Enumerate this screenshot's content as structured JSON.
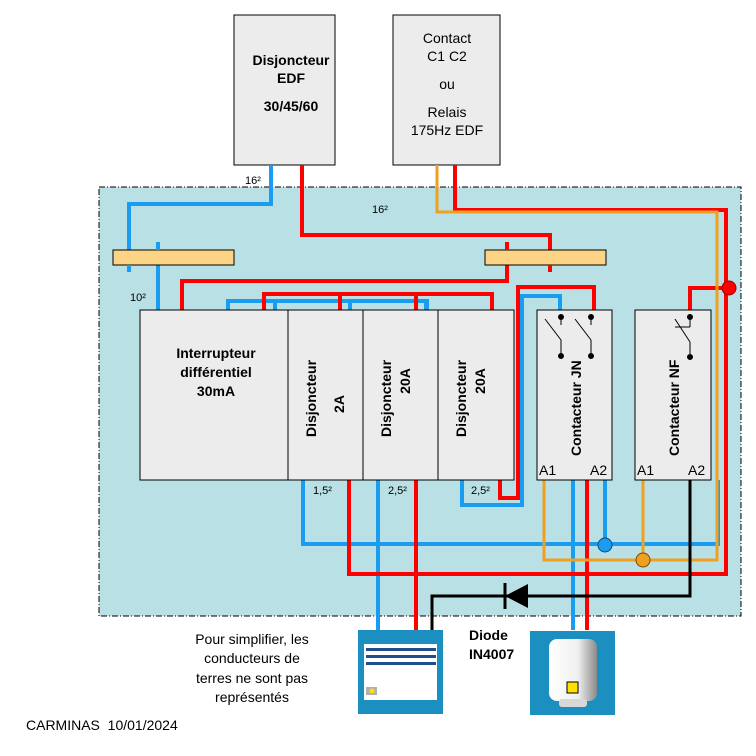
{
  "colors": {
    "panel_bg": "#b9e0e4",
    "box_bg": "#ececec",
    "phase": "#ff0000",
    "neutral": "#1a9cf0",
    "control": "#f0a020",
    "return": "#000000",
    "bar_fill": "#fdd486",
    "device_bg": "#1b8fbf"
  },
  "edf_breaker": {
    "line1": "Disjoncteur",
    "line2": "EDF",
    "rating": "30/45/60"
  },
  "contact_box": {
    "line1": "Contact",
    "line2": "C1 C2",
    "line3": "ou",
    "line4": "Relais",
    "line5": "175Hz EDF"
  },
  "wire_labels": {
    "supply": "16²",
    "phase_supply": "16²",
    "rcd_feed": "10²",
    "breaker_2a": "1,5²",
    "breaker_20a_1": "2,5²",
    "breaker_20a_2": "2,5²"
  },
  "rcd": {
    "line1": "Interrupteur",
    "line2": "différentiel",
    "line3": "30mA"
  },
  "breakers": [
    {
      "line1": "Disjoncteur",
      "line2": "2A"
    },
    {
      "line1": "Disjoncteur",
      "line2": "20A"
    },
    {
      "line1": "Disjoncteur",
      "line2": "20A"
    }
  ],
  "contactors": [
    {
      "name": "Contacteur JN",
      "a1": "A1",
      "a2": "A2"
    },
    {
      "name": "Contacteur NF",
      "a1": "A1",
      "a2": "A2"
    }
  ],
  "diode": {
    "line1": "Diode",
    "line2": "IN4007"
  },
  "note": {
    "line1": "Pour simplifier, les",
    "line2": "conducteurs  de",
    "line3": "terres ne sont pas",
    "line4": "représentés"
  },
  "footer": {
    "credit": "CARMINAS  10/01/2024"
  }
}
